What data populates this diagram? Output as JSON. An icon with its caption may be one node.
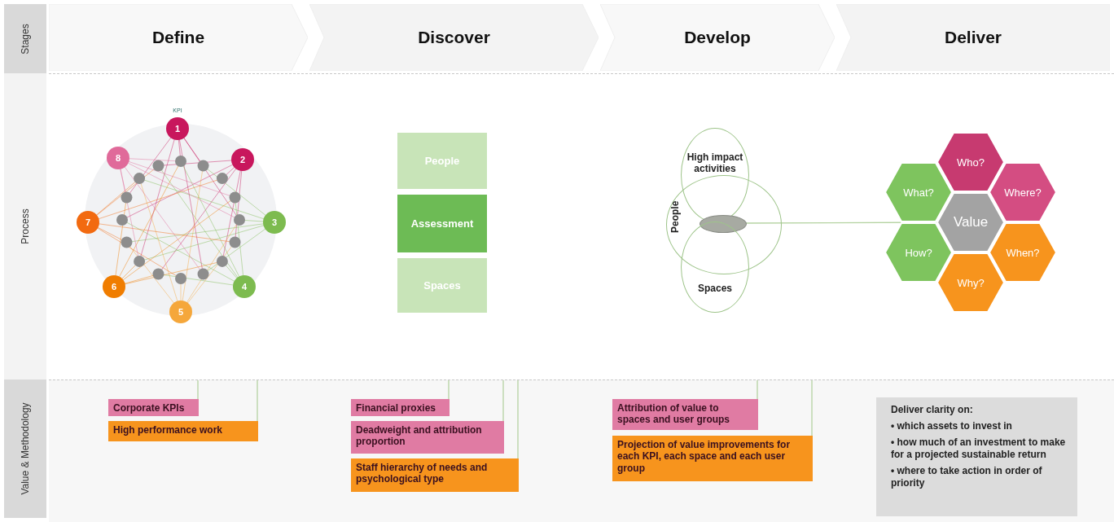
{
  "diagram": {
    "nodes": [
      {
        "text": [
          "Define"
        ]
      },
      {
        "text": [
          "Discover"
        ]
      },
      {
        "text": [
          "Develop"
        ]
      },
      {
        "text": [
          "Deliver"
        ]
      },
      {
        "text": [
          "1"
        ],
        "beside": [
          "KPI"
        ]
      },
      {
        "text": [
          "2"
        ]
      },
      {
        "text": [
          "3"
        ]
      },
      {
        "text": [
          "4"
        ]
      },
      {
        "text": [
          "5"
        ]
      },
      {
        "text": [
          "6"
        ]
      },
      {
        "text": [
          "7"
        ]
      },
      {
        "text": [
          "8"
        ]
      },
      {
        "text": [
          "People"
        ]
      },
      {
        "text": [
          "Assessment"
        ]
      },
      {
        "text": [
          "Spaces"
        ]
      },
      {
        "text": [
          "High impact activities"
        ]
      },
      {
        "text": [
          "People"
        ]
      },
      {
        "text": [
          "Spaces"
        ]
      },
      {
        "text": [],
        "shape": "ellipse",
        "in": 16
      },
      {
        "text": [
          "Who?"
        ]
      },
      {
        "text": [
          "What?"
        ]
      },
      {
        "text": [
          "Where?"
        ]
      },
      {
        "text": [
          "Value"
        ]
      },
      {
        "text": [
          "How?"
        ]
      },
      {
        "text": [
          "When?"
        ]
      },
      {
        "text": [
          "Why?"
        ]
      },
      {
        "text": [
          "Corporate KPIs"
        ]
      },
      {
        "text": [
          "High performance work"
        ]
      },
      {
        "text": [
          "Financial proxies"
        ]
      },
      {
        "text": [
          "Deadweight and attribution proportion"
        ]
      },
      {
        "text": [
          "Staff hierarchy of needs and psychological type"
        ]
      },
      {
        "text": [
          "Attribution of value to spaces and user groups"
        ]
      },
      {
        "text": [
          "Projection of value improvements for each KPI, each space and each user group"
        ]
      },
      {
        "text": [
          "Deliver clarity on:",
          "• which assets to invest in",
          "• how much of an investment to make for a projected sustainable return",
          "• where to take action in order of priority"
        ]
      }
    ],
    "edges": [
      {
        "from": 18,
        "to": 22,
        "arrow": "none"
      },
      {
        "from": null,
        "to": 26,
        "arrow": "none"
      },
      {
        "from": null,
        "to": 27,
        "arrow": "none"
      },
      {
        "from": null,
        "to": 28,
        "arrow": "none"
      },
      {
        "from": null,
        "to": 29,
        "arrow": "none"
      },
      {
        "from": null,
        "to": 30,
        "arrow": "none"
      },
      {
        "from": null,
        "to": 31,
        "arrow": "none"
      },
      {
        "from": null,
        "to": 32,
        "arrow": "none"
      }
    ],
    "labels": [
      "Stages",
      "Process",
      "Value & Methodology"
    ]
  }
}
